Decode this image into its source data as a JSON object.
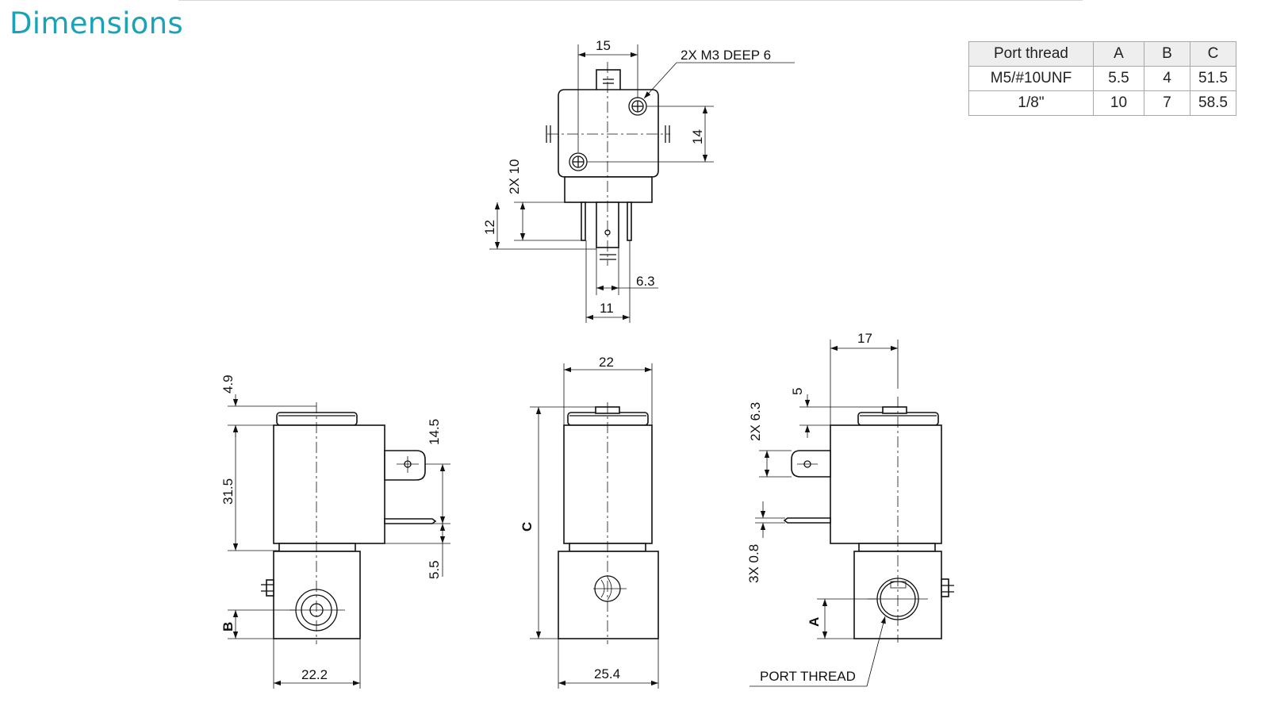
{
  "title": "Dimensions",
  "table": {
    "headers": [
      "Port thread",
      "A",
      "B",
      "C"
    ],
    "rows": [
      [
        "M5/#10UNF",
        "5.5",
        "4",
        "51.5"
      ],
      [
        "1/8\"",
        "10",
        "7",
        "58.5"
      ]
    ]
  },
  "top_view": {
    "dim_15": "15",
    "note_m3": "2X M3 DEEP 6",
    "dim_14": "14",
    "dim_2x10": "2X 10",
    "dim_12": "12",
    "dim_6_3": "6.3",
    "dim_11": "11"
  },
  "left_view": {
    "dim_4_9": "4.9",
    "dim_31_5": "31.5",
    "dim_14_5": "14.5",
    "dim_5_5": "5.5",
    "dim_b": "B",
    "dim_22_2": "22.2"
  },
  "front_view": {
    "dim_22": "22",
    "dim_c": "C",
    "dim_25_4": "25.4"
  },
  "right_view": {
    "dim_17": "17",
    "dim_5": "5",
    "dim_2x6_3": "2X 6.3",
    "dim_3x0_8": "3X 0.8",
    "dim_a": "A",
    "note_port": "PORT THREAD"
  }
}
